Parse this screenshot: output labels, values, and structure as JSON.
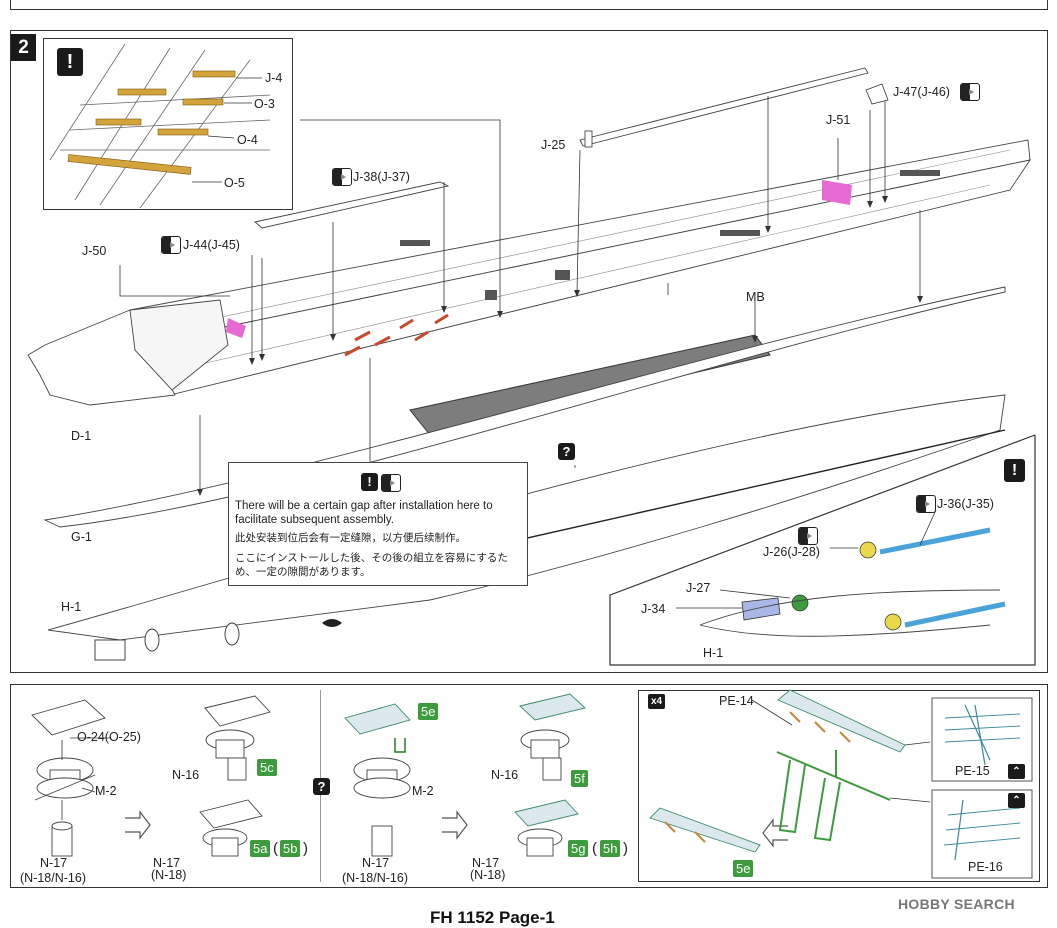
{
  "step_number": "2",
  "warning_symbol": "!",
  "question_symbol": "?",
  "x4_badge": "x4",
  "collapse_symbol": "⌃",
  "inset_labels": [
    "J-4",
    "O-3",
    "O-4",
    "O-5"
  ],
  "main_labels": {
    "j50": "J-50",
    "j44": "J-44(J-45)",
    "j38": "J-38(J-37)",
    "j25": "J-25",
    "j51": "J-51",
    "j47": "J-47(J-46)",
    "mb": "MB",
    "d1": "D-1",
    "g1": "G-1",
    "h1": "H-1",
    "j36": "J-36(J-35)",
    "j26": "J-26(J-28)",
    "j27": "J-27",
    "j34": "J-34",
    "h1b": "H-1"
  },
  "note": {
    "english": "There will be a certain gap after installation here to facilitate subsequent assembly.",
    "chinese": "此处安装到位后会有一定缝隙，以方便后续制作。",
    "japanese": "ここにインストールした後、その後の組立を容易にするため、一定の隙間があります。"
  },
  "lower_left": {
    "o24": "O-24(O-25)",
    "m2": "M-2",
    "n17": "N-17",
    "n18": "(N-18/N-16)",
    "n16": "N-16",
    "n17b": "N-17",
    "n18b": "(N-18)",
    "tag_5c": "5c",
    "tag_5a": "5a",
    "tag_5b": "5b"
  },
  "lower_mid": {
    "tag_5e": "5e",
    "m2": "M-2",
    "n17": "N-17",
    "n18": "(N-18/N-16)",
    "n16": "N-16",
    "n17b": "N-17",
    "n18b": "(N-18)",
    "tag_5f": "5f",
    "tag_5g": "5g",
    "tag_5h": "5h"
  },
  "lower_right": {
    "pe14": "PE-14",
    "pe15": "PE-15",
    "pe16": "PE-16",
    "tag_5e": "5e"
  },
  "paren_open": "(",
  "paren_close": ")",
  "footer": "FH 1152 Page-1",
  "brand": "HOBBY SEARCH",
  "colors": {
    "gold": "#d4a33a",
    "blue": "#4aa3d8",
    "yellow": "#e8d84a",
    "green": "#3c9b3c",
    "magenta": "#e66ad2",
    "deck_gray": "#7d7d7d"
  }
}
